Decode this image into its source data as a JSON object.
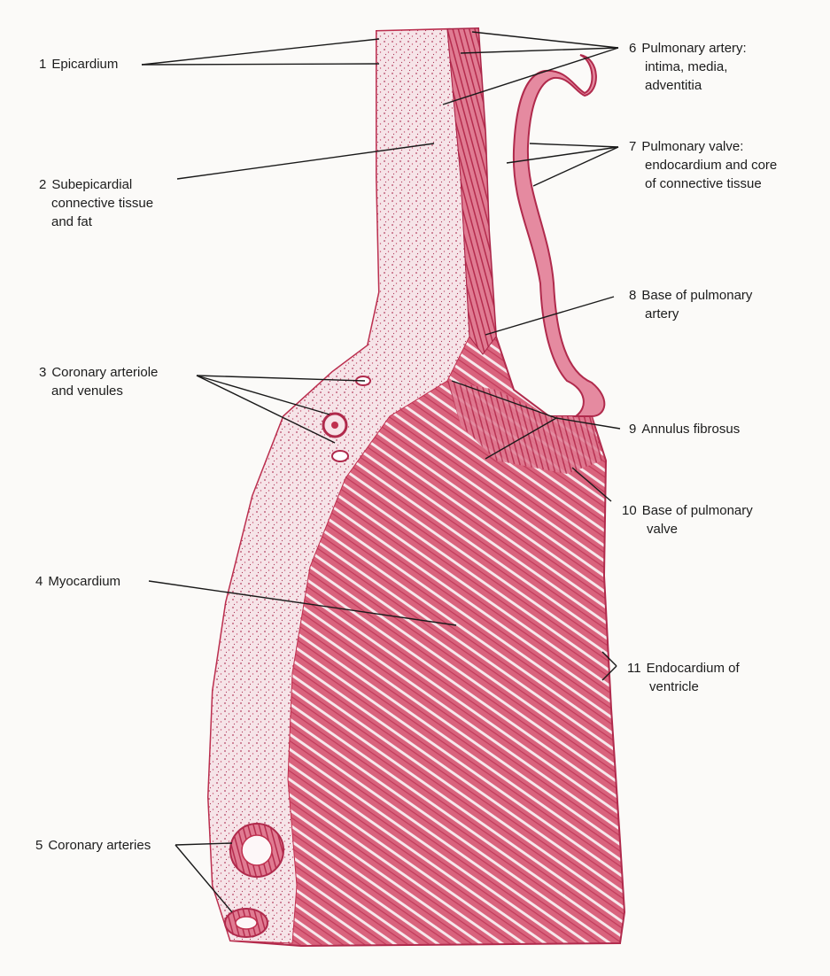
{
  "colors": {
    "background": "#fbfaf8",
    "tissue_dark": "#c0304f",
    "tissue_mid": "#d9607a",
    "tissue_light": "#f2c9d2",
    "leader": "#1a1a1a"
  },
  "labels": [
    {
      "id": "epicardium",
      "number": "1",
      "lines": [
        "Epicardium"
      ]
    },
    {
      "id": "subepicardial",
      "number": "2",
      "lines": [
        "Subepicardial",
        "connective tissue",
        "and fat"
      ]
    },
    {
      "id": "coronary-arteriole",
      "number": "3",
      "lines": [
        "Coronary arteriole",
        "and venules"
      ]
    },
    {
      "id": "myocardium",
      "number": "4",
      "lines": [
        "Myocardium"
      ]
    },
    {
      "id": "coronary-arteries",
      "number": "5",
      "lines": [
        "Coronary arteries"
      ]
    },
    {
      "id": "pulmonary-artery",
      "number": "6",
      "lines": [
        "Pulmonary artery:",
        "intima, media,",
        "adventitia"
      ]
    },
    {
      "id": "pulmonary-valve",
      "number": "7",
      "lines": [
        "Pulmonary valve:",
        "endocardium and core",
        "of connective tissue"
      ]
    },
    {
      "id": "base-pulmonary-artery",
      "number": "8",
      "lines": [
        "Base of pulmonary",
        "artery"
      ]
    },
    {
      "id": "annulus-fibrosus",
      "number": "9",
      "lines": [
        "Annulus fibrosus"
      ]
    },
    {
      "id": "base-pulmonary-valve",
      "number": "10",
      "lines": [
        "Base of pulmonary",
        "valve"
      ]
    },
    {
      "id": "endocardium-ventricle",
      "number": "11",
      "lines": [
        "Endocardium of",
        "ventricle"
      ]
    }
  ]
}
